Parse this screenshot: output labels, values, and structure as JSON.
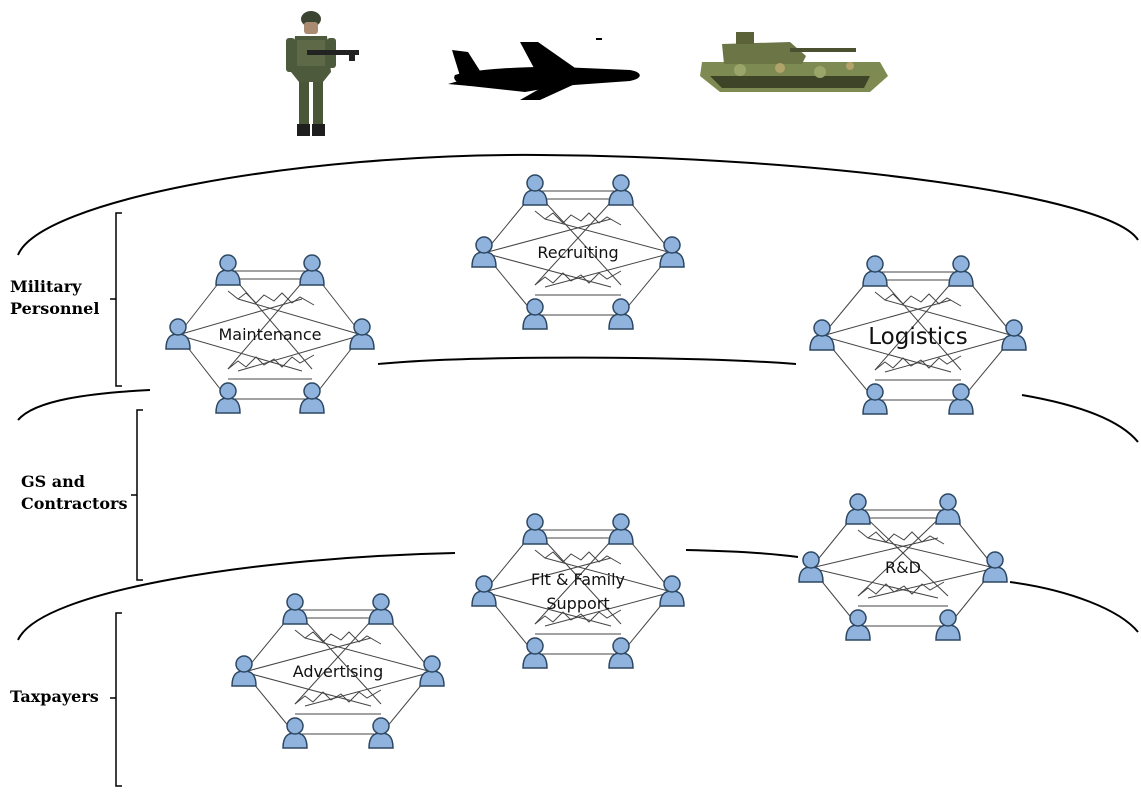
{
  "colors": {
    "person_fill": "#8fb3dc",
    "person_stroke": "#2d4763",
    "network_line": "#444444",
    "layer_line": "#000000",
    "tank_camo": "#7d8a52",
    "soldier_uniform": "#4e5a3c"
  },
  "icons": {
    "soldier": "soldier-icon",
    "aircraft": "aircraft-silhouette-icon",
    "tank": "tank-icon",
    "person": "person-icon"
  },
  "layers": [
    {
      "id": "military",
      "label": "Military\nPersonnel"
    },
    {
      "id": "gs",
      "label": "GS and\nContractors"
    },
    {
      "id": "taxpayers",
      "label": "Taxpayers"
    }
  ],
  "clusters": [
    {
      "id": "recruiting",
      "label": "Recruiting"
    },
    {
      "id": "maintenance",
      "label": "Maintenance"
    },
    {
      "id": "logistics",
      "label": "Logistics"
    },
    {
      "id": "flt-family",
      "label": "Flt & Family\nSupport"
    },
    {
      "id": "rnd",
      "label": "R&D"
    },
    {
      "id": "advertising",
      "label": "Advertising"
    }
  ]
}
